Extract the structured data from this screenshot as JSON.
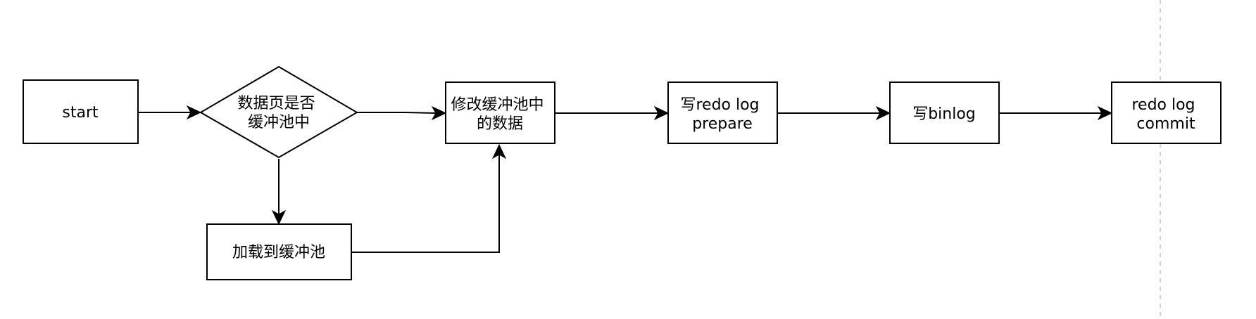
{
  "nodes": {
    "start": {
      "lines": [
        "start"
      ]
    },
    "decision": {
      "lines": [
        "数据页是否",
        "缓冲池中"
      ]
    },
    "load": {
      "lines": [
        "加载到缓冲池"
      ]
    },
    "modify": {
      "lines": [
        "修改缓冲池中",
        "的数据"
      ]
    },
    "redo_prepare": {
      "lines": [
        "写redo log",
        "prepare"
      ]
    },
    "binlog": {
      "lines": [
        "写binlog"
      ]
    },
    "redo_commit": {
      "lines": [
        "redo log",
        "commit"
      ]
    }
  },
  "colors": {
    "stroke": "#000000",
    "fill": "#ffffff",
    "guide": "#bdbdbd"
  }
}
